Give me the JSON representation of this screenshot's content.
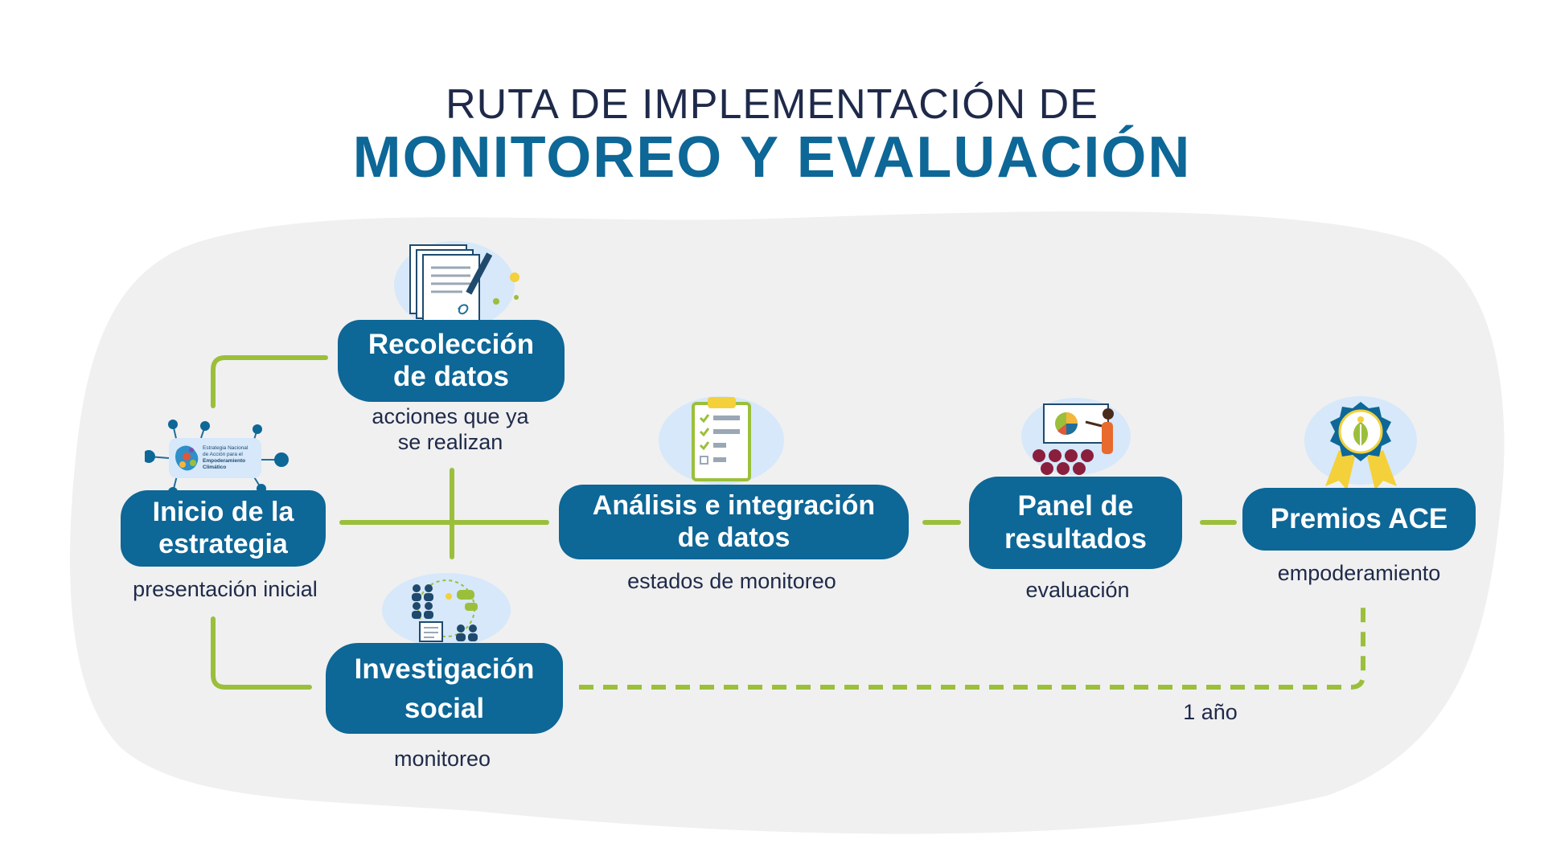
{
  "title": {
    "line1": "RUTA DE IMPLEMENTACIÓN DE",
    "line2": "MONITOREO Y EVALUACIÓN"
  },
  "nodes": {
    "inicio": {
      "label": "Inicio de la estrategia",
      "caption": "presentación inicial"
    },
    "recoleccion": {
      "label": "Recolección de datos",
      "caption": "acciones que ya se realizan"
    },
    "investigacion": {
      "label": "Investigación social",
      "caption": "monitoreo"
    },
    "analisis": {
      "label": "Análisis e integración de datos",
      "caption": "estados de monitoreo"
    },
    "panel": {
      "label": "Panel de resultados",
      "caption": "evaluación"
    },
    "premios": {
      "label": "Premios ACE",
      "caption": "empoderamiento"
    }
  },
  "loop_label": "1 año",
  "logo_text": {
    "line1": "Estrategia Nacional",
    "line2": "de Acción para el",
    "line3": "Empoderamiento",
    "line4": "Climático"
  },
  "colors": {
    "node_blue": "#0d6797",
    "connector_green": "#9bbf3b",
    "background_blob": "#f0f0f0",
    "icon_halo": "#d6e8fa"
  },
  "icons": [
    "documents-pen-icon",
    "checklist-icon",
    "presentation-icon",
    "award-ribbon-icon",
    "people-network-icon",
    "strategy-logo"
  ]
}
